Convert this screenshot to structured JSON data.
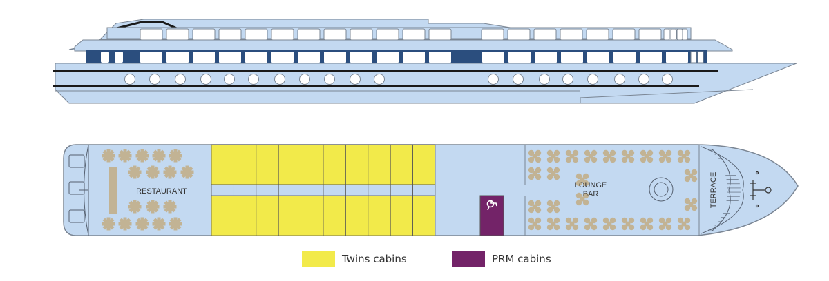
{
  "colors": {
    "hull": "#c3d9f1",
    "outline": "#7a8593",
    "window_dark": "#2b4e7e",
    "stripe": "#1a1a1a",
    "twins": "#f2ea4a",
    "prm": "#732368",
    "furniture": "#c2b394",
    "text": "#333333"
  },
  "deck_plan": {
    "restaurant_label": "RESTAURANT",
    "lounge_label_line1": "LOUNGE",
    "lounge_label_line2": "BAR",
    "terrace_label": "TERRACE",
    "twins_cabin_count_per_side": 10,
    "prm_icon": "wheelchair-icon"
  },
  "legend": [
    {
      "label": "Twins cabins",
      "color": "#f2ea4a"
    },
    {
      "label": "PRM cabins",
      "color": "#732368"
    }
  ]
}
